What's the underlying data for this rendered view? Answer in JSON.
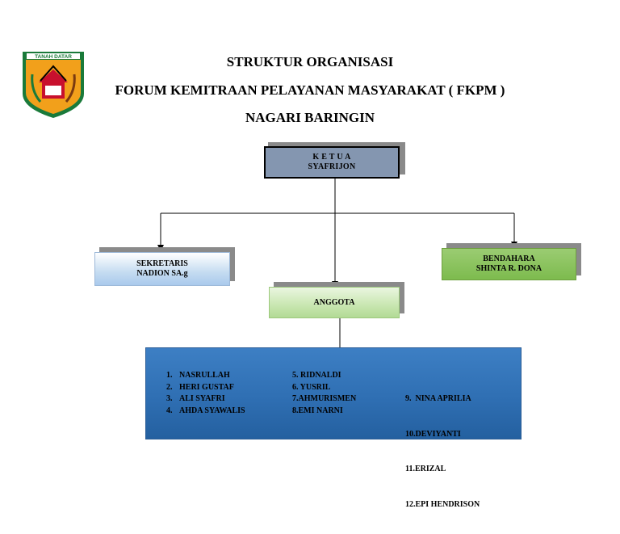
{
  "header": {
    "line1": "STRUKTUR ORGANISASI",
    "line2": "FORUM KEMITRAAN PELAYANAN MASYARAKAT ( FKPM )",
    "line3": "NAGARI BARINGIN"
  },
  "logo": {
    "banner_text": "TANAH DATAR",
    "colors": {
      "shield": "#f2a01b",
      "border": "#1a7a3a",
      "banner": "#c8102e"
    }
  },
  "ketua": {
    "role": "K E T U A",
    "name": "SYAFRIJON"
  },
  "sekretaris": {
    "role": "SEKRETARIS",
    "name": "NADION SA.g"
  },
  "bendahara": {
    "role": "BENDAHARA",
    "name": "SHINTA R. DONA"
  },
  "anggota": {
    "label": "ANGGOTA"
  },
  "members": {
    "col1": [
      {
        "num": "1.",
        "name": "NASRULLAH"
      },
      {
        "num": "2.",
        "name": "HERI GUSTAF"
      },
      {
        "num": "3.",
        "name": "ALI SYAFRI"
      },
      {
        "num": "4.",
        "name": "AHDA SYAWALIS"
      }
    ],
    "col2": [
      "5. RIDNALDI",
      "6. YUSRIL",
      "7.AHMURISMEN",
      "8.EMI NARNI"
    ],
    "col3": [
      "9.  NINA APRILIA",
      "10.DEVIYANTI",
      "11.ERIZAL",
      "12.EPI HENDRISON"
    ]
  }
}
